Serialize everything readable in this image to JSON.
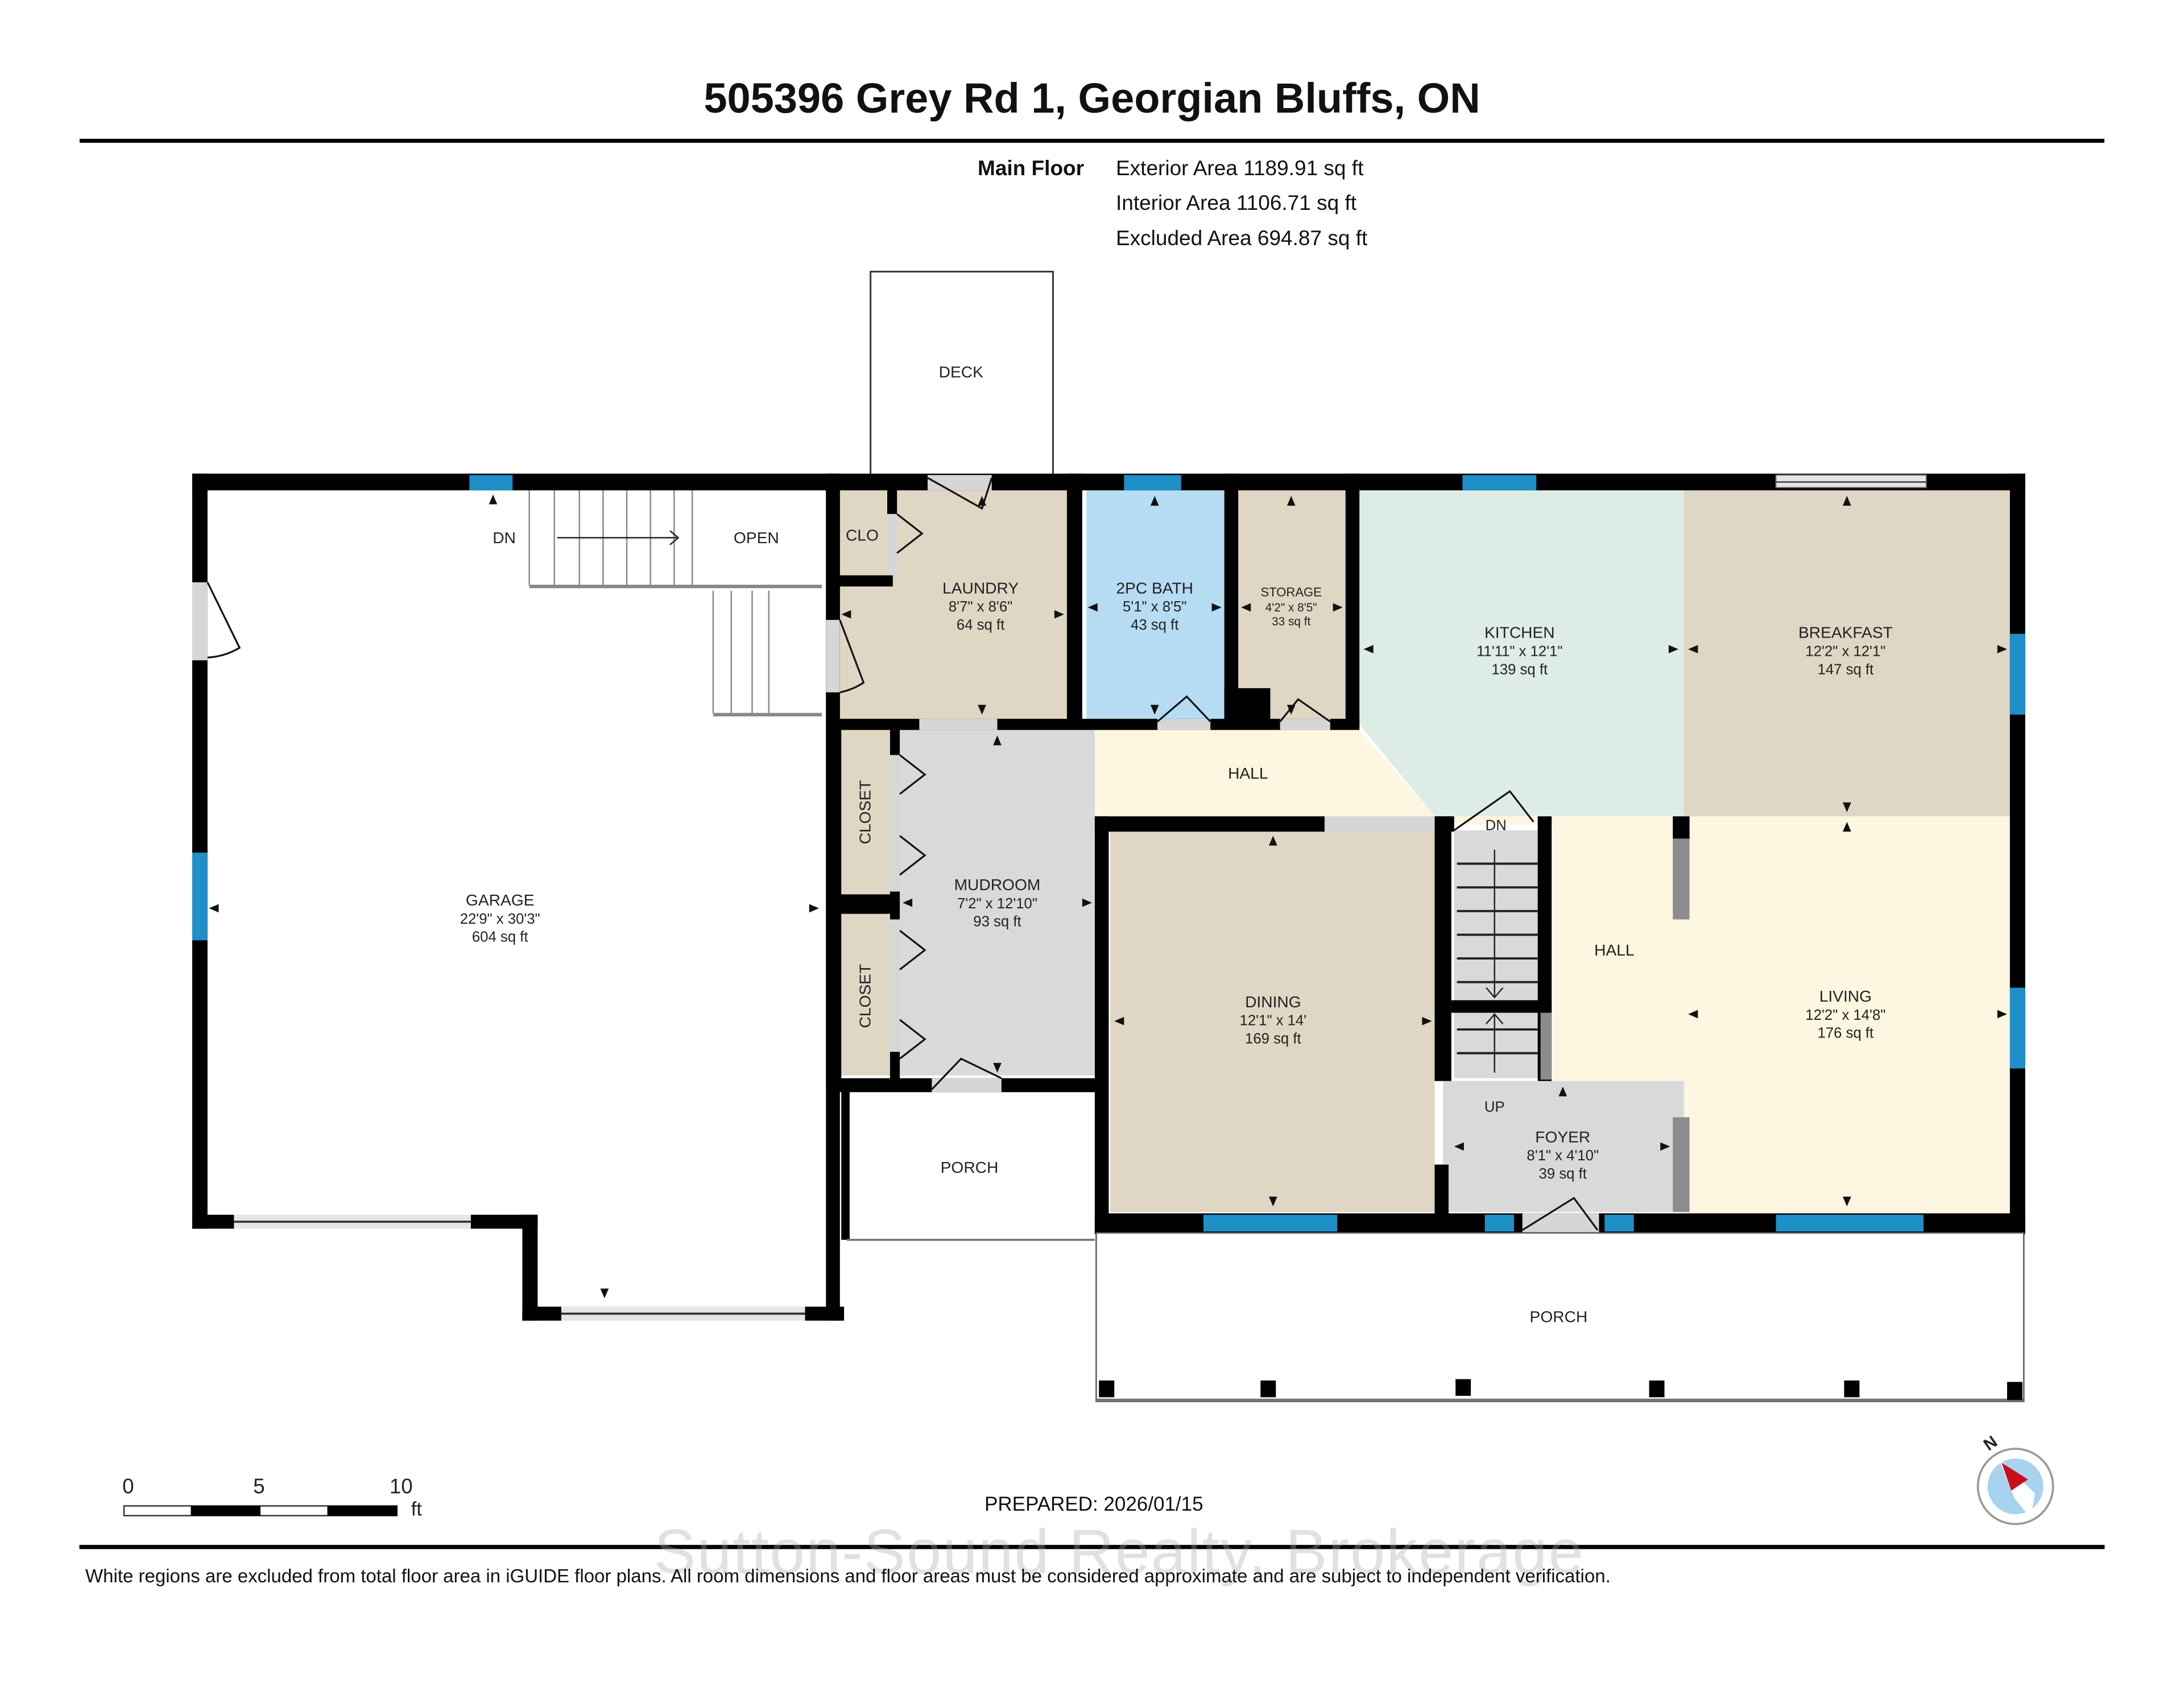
{
  "header": {
    "title": "505396 Grey Rd 1, Georgian Bluffs, ON"
  },
  "summary": {
    "floor_label": "Main Floor",
    "exterior_area": "Exterior Area 1189.91 sq ft",
    "interior_area": "Interior Area 1106.71 sq ft",
    "excluded_area": "Excluded Area 694.87 sq ft"
  },
  "rooms": {
    "deck": {
      "name": "DECK"
    },
    "garage": {
      "name": "GARAGE",
      "dims": "22'9\" x 30'3\"",
      "area": "604 sq ft"
    },
    "open": {
      "name": "OPEN"
    },
    "garage_stairs": {
      "label": "DN"
    },
    "clo": {
      "name": "CLO"
    },
    "laundry": {
      "name": "LAUNDRY",
      "dims": "8'7\" x 8'6\"",
      "area": "64 sq ft"
    },
    "bath": {
      "name": "2PC BATH",
      "dims": "5'1\" x 8'5\"",
      "area": "43 sq ft"
    },
    "storage": {
      "name": "STORAGE",
      "dims": "4'2\" x 8'5\"",
      "area": "33 sq ft"
    },
    "kitchen": {
      "name": "KITCHEN",
      "dims": "11'11\" x 12'1\"",
      "area": "139 sq ft"
    },
    "breakfast": {
      "name": "BREAKFAST",
      "dims": "12'2\" x 12'1\"",
      "area": "147 sq ft"
    },
    "hall_upper": {
      "name": "HALL"
    },
    "closet_1": {
      "name": "CLOSET"
    },
    "closet_2": {
      "name": "CLOSET"
    },
    "mudroom": {
      "name": "MUDROOM",
      "dims": "7'2\" x 12'10\"",
      "area": "93 sq ft"
    },
    "dining": {
      "name": "DINING",
      "dims": "12'1\" x 14'",
      "area": "169 sq ft"
    },
    "stairs": {
      "down_label": "DN",
      "up_label": "UP"
    },
    "hall_lower": {
      "name": "HALL"
    },
    "living": {
      "name": "LIVING",
      "dims": "12'2\" x 14'8\"",
      "area": "176 sq ft"
    },
    "foyer": {
      "name": "FOYER",
      "dims": "8'1\" x 4'10\"",
      "area": "39 sq ft"
    },
    "porch_side": {
      "name": "PORCH"
    },
    "porch_front": {
      "name": "PORCH"
    }
  },
  "scale_bar": {
    "ticks": [
      "0",
      "5",
      "10"
    ],
    "unit": "ft"
  },
  "compass": {
    "label": "N"
  },
  "footer": {
    "prepared": "PREPARED: 2026/01/15",
    "watermark": "Sutton-Sound Realty, Brokerage",
    "disclaimer": "White regions are excluded from total floor area in iGUIDE floor plans. All room dimensions and floor areas must be considered approximate and are subject to independent verification."
  },
  "colors": {
    "wall": "#000000",
    "window": "#1e8fc7",
    "beige_room": "#e0d6c4",
    "bath": "#b5dcf3",
    "kitchen": "#deece6",
    "hall": "#fdf6e0",
    "grey_room": "#d9d9d9",
    "compass_red": "#c8101a",
    "compass_blue": "#a7d3ef"
  }
}
